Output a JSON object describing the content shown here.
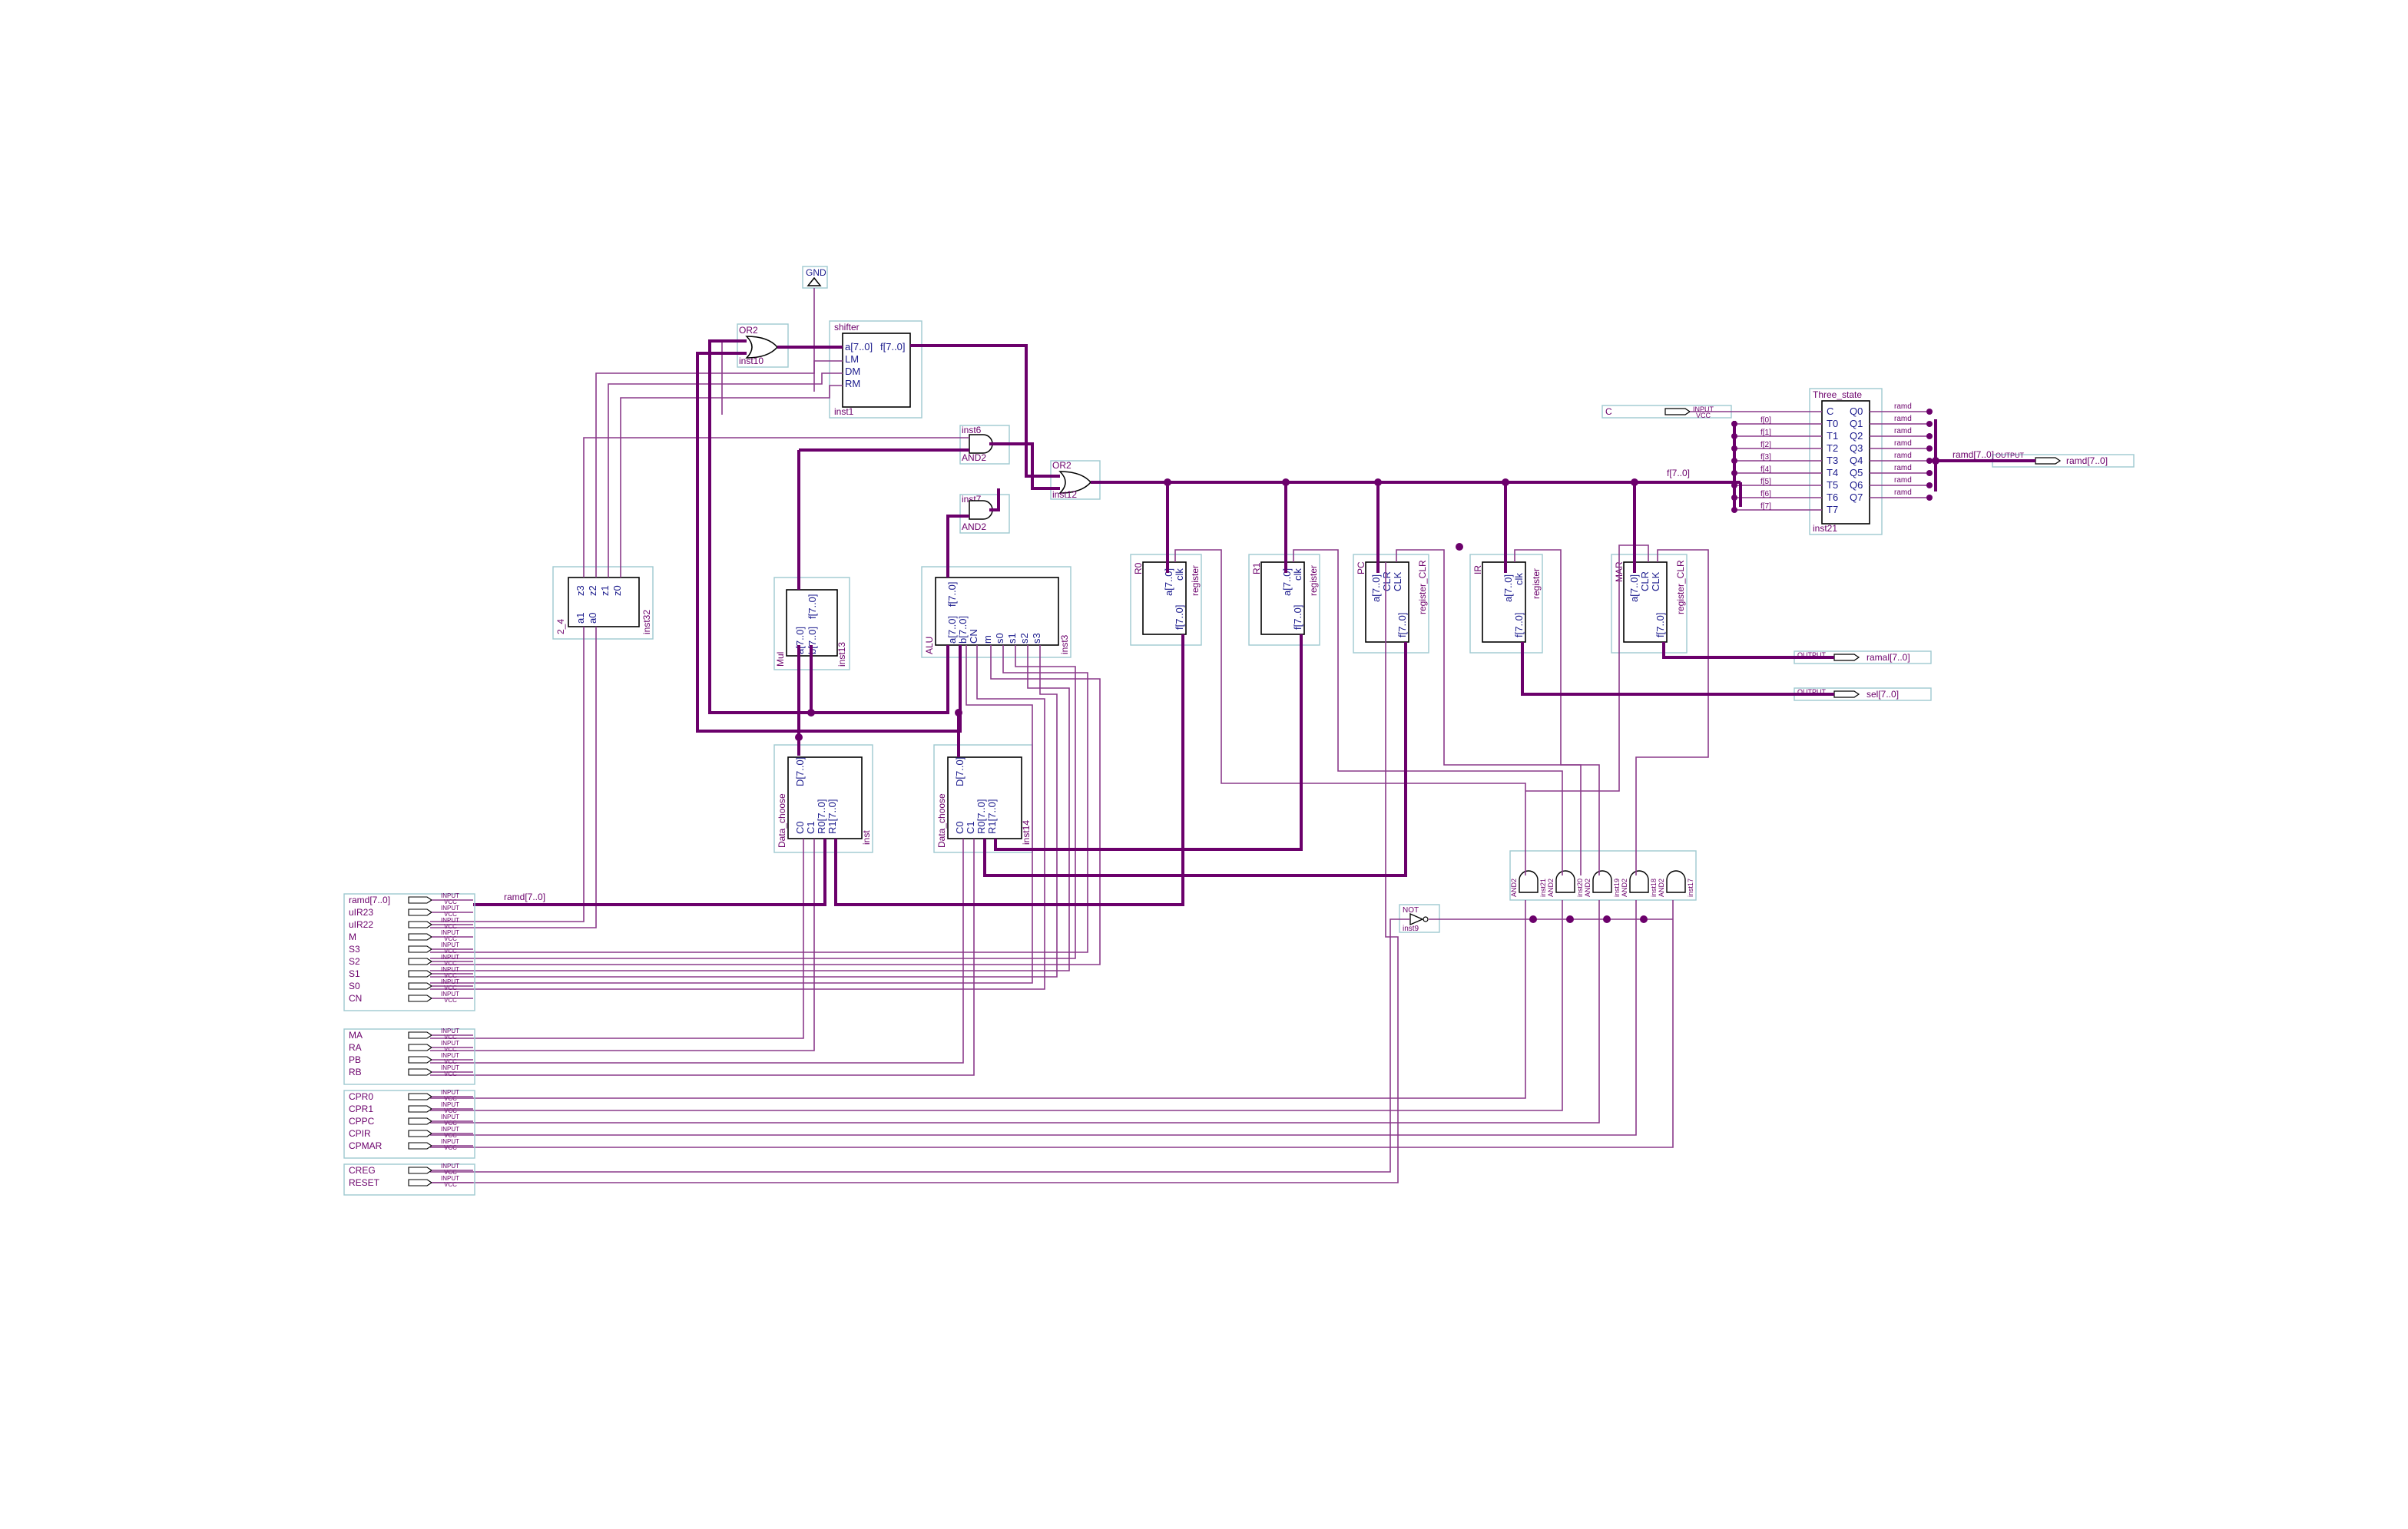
{
  "gnd_symbol": {
    "label": "GND"
  },
  "shifter": {
    "name": "shifter",
    "inst": "inst1",
    "in_a": "a[7..0]",
    "out_f": "f[7..0]",
    "lm": "LM",
    "dm": "DM",
    "rm": "RM"
  },
  "or_gate_1": {
    "name": "OR2",
    "inst": "inst10"
  },
  "or_gate_2": {
    "name": "OR2",
    "inst": "inst12"
  },
  "and_gate_1": {
    "name": "inst6",
    "inst": "AND2"
  },
  "and_gate_2": {
    "name": "inst7",
    "inst": "AND2"
  },
  "decoder": {
    "name": "2_4",
    "inst": "inst32",
    "pins": [
      "z3",
      "z2",
      "z1",
      "z0",
      "a1",
      "a0"
    ]
  },
  "mul": {
    "name": "Mul",
    "inst": "inst13",
    "pins": [
      "a[7..0]",
      "b[7..0]",
      "f[7..0]"
    ]
  },
  "alu": {
    "name": "ALU",
    "inst": "inst3",
    "pins": [
      "a[7..0]",
      "b[7..0]",
      "CN",
      "m",
      "s0",
      "s1",
      "s2",
      "s3",
      "f[7..0]"
    ]
  },
  "data_choose_1": {
    "name": "Data_choose",
    "inst": "inst",
    "pins": [
      "C0",
      "C1",
      "R0[7..0]",
      "R1[7..0]",
      "D[7..0]"
    ]
  },
  "data_choose_2": {
    "name": "Data_choose",
    "inst": "inst14",
    "pins": [
      "C0",
      "C1",
      "R0[7..0]",
      "R1[7..0]",
      "D[7..0]"
    ]
  },
  "registers": [
    {
      "tag": "R0",
      "type": "register",
      "pins": [
        "a[7..0]",
        "clk",
        "f[7..0]"
      ]
    },
    {
      "tag": "R1",
      "type": "register",
      "pins": [
        "a[7..0]",
        "clk",
        "f[7..0]"
      ]
    },
    {
      "tag": "PC",
      "type": "register_CLR",
      "pins": [
        "a[7..0]",
        "CLR",
        "CLK",
        "f[7..0]"
      ]
    },
    {
      "tag": "IR",
      "type": "register",
      "pins": [
        "a[7..0]",
        "clk",
        "f[7..0]"
      ]
    },
    {
      "tag": "MAR",
      "type": "register_CLR",
      "pins": [
        "a[7..0]",
        "CLR",
        "CLK",
        "f[7..0]"
      ]
    }
  ],
  "three_state": {
    "name": "Three_state",
    "inst": "inst21",
    "inputs": [
      "C",
      "T0",
      "T1",
      "T2",
      "T3",
      "T4",
      "T5",
      "T6",
      "T7"
    ],
    "outputs": [
      "Q0",
      "Q1",
      "Q2",
      "Q3",
      "Q4",
      "Q5",
      "Q6",
      "Q7"
    ],
    "t_labels": [
      "f[0]",
      "f[1]",
      "f[2]",
      "f[3]",
      "f[4]",
      "f[5]",
      "f[6]",
      "f[7]"
    ],
    "q_labels": [
      "ramd",
      "ramd",
      "ramd",
      "ramd",
      "ramd",
      "ramd",
      "ramd",
      "ramd"
    ]
  },
  "bus_label": "f[7..0]",
  "c_input": {
    "name": "C",
    "tag": "INPUT",
    "vcc": "VCC"
  },
  "outputs": [
    {
      "tag": "OUTPUT",
      "name": "ramd[7..0]",
      "wire_label": "ramd[7..0]"
    },
    {
      "tag": "OUTPUT",
      "name": "ramal[7..0]"
    },
    {
      "tag": "OUTPUT",
      "name": "sel[7..0]"
    }
  ],
  "not_gate": {
    "name": "NOT",
    "inst": "inst9"
  },
  "and_bank": {
    "names": [
      "AND2",
      "AND2",
      "AND2",
      "AND2",
      "AND2"
    ],
    "insts": [
      "inst21",
      "inst20",
      "inst19",
      "inst18",
      "inst17"
    ]
  },
  "input_pins": {
    "group1": [
      "ramd[7..0]",
      "uIR23",
      "uIR22",
      "M",
      "S3",
      "S2",
      "S1",
      "S0",
      "CN"
    ],
    "group2": [
      "MA",
      "RA",
      "PB",
      "RB"
    ],
    "group3": [
      "CPR0",
      "CPR1",
      "CPPC",
      "CPIR",
      "CPMAR"
    ],
    "group4": [
      "CREG",
      "RESET"
    ],
    "tag": "INPUT",
    "vcc": "VCC",
    "ramd_wire_label": "ramd[7..0]"
  }
}
